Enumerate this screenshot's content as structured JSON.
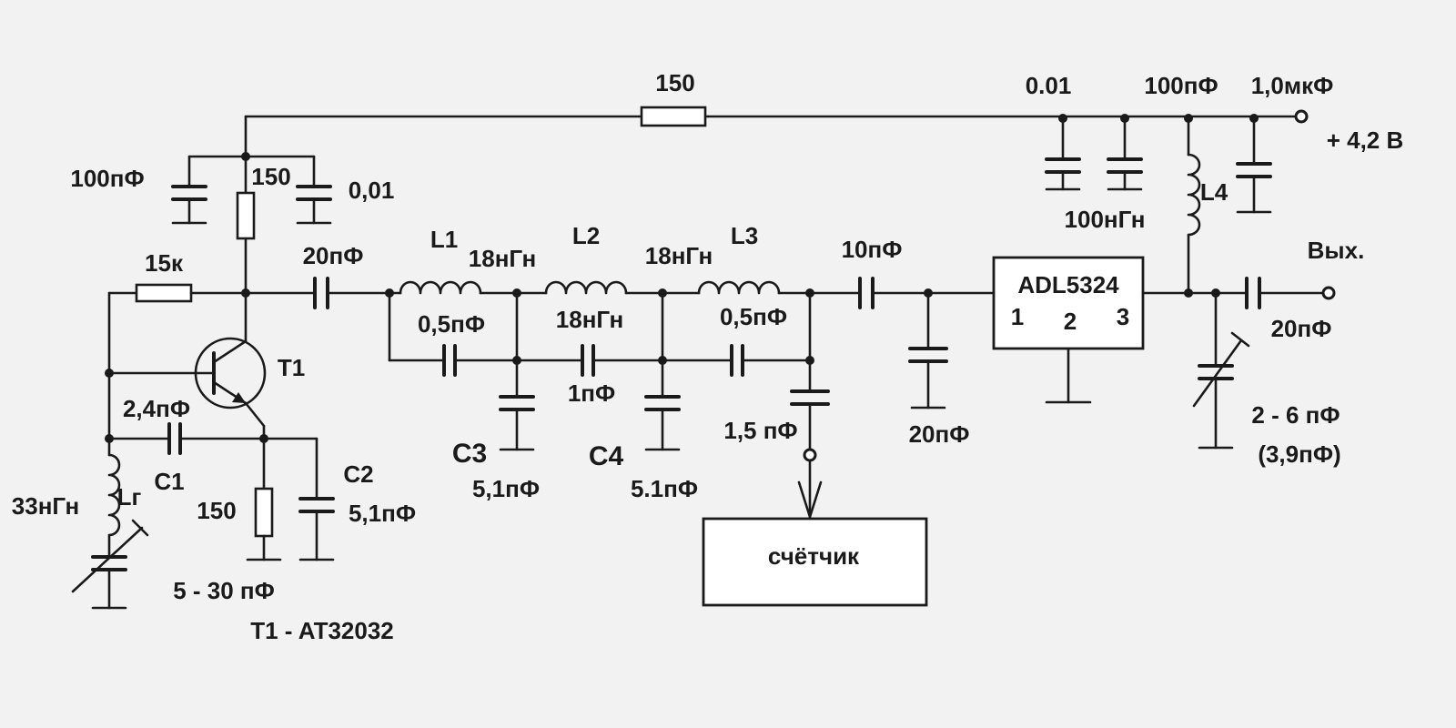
{
  "labels": {
    "r_top": "150",
    "c_0_01_top": "0.01",
    "c_100pf_top": "100пФ",
    "c_1uf": "1,0мкФ",
    "supply": "+ 4,2 В",
    "c_100pf_left": "100пФ",
    "r_150_collector": "150",
    "c_0_01_left": "0,01",
    "l_100nh": "100нГн",
    "l4": "L4",
    "out": "Вых.",
    "r_15k": "15к",
    "c_20pf_coupling": "20пФ",
    "l1": "L1",
    "l1_value": "18нГн",
    "l2": "L2",
    "l2_value": "18нГн",
    "l3": "L3",
    "l3_value": "18нГн",
    "c_10pf": "10пФ",
    "c_0_5pf_a": "0,5пФ",
    "c_0_5pf_b": "0,5пФ",
    "chip": "ADL5324",
    "pin1": "1",
    "pin2": "2",
    "pin3": "3",
    "c_20pf_out": "20пФ",
    "t1": "T1",
    "c_2_4pf": "2,4пФ",
    "c_1pf": "1пФ",
    "c_1_5pf": "1,5 пФ",
    "c_20pf_shunt": "20пФ",
    "trimmer_out": "2 - 6 пФ",
    "trimmer_out_nominal": "(3,9пФ)",
    "c3": "C3",
    "c3_value": "5,1пФ",
    "c4": "C4",
    "c4_value": "5.1пФ",
    "c1": "C1",
    "c2": "C2",
    "c2_value": "5,1пФ",
    "l_gen_value": "33нГн",
    "l_gen": "Lг",
    "r_150_emitter": "150",
    "trimmer_gen": "5 - 30 пФ",
    "transistor_type": "T1 - AT32032",
    "counter": "счётчик"
  }
}
